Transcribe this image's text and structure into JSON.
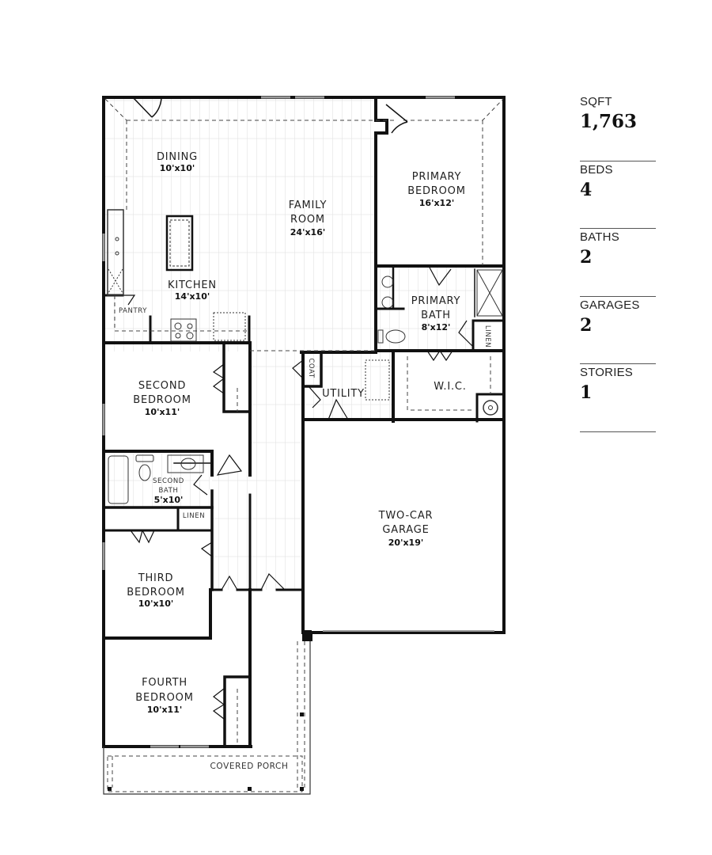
{
  "stats": [
    {
      "label": "SQFT",
      "value": "1,763"
    },
    {
      "label": "BEDS",
      "value": "4"
    },
    {
      "label": "BATHS",
      "value": "2"
    },
    {
      "label": "GARAGES",
      "value": "2"
    },
    {
      "label": "STORIES",
      "value": "1"
    }
  ],
  "rooms": {
    "dining": {
      "name": "DINING",
      "dim": "10'x10'"
    },
    "family": {
      "name1": "FAMILY",
      "name2": "ROOM",
      "dim": "24'x16'"
    },
    "kitchen": {
      "name": "KITCHEN",
      "dim": "14'x10'"
    },
    "pantry": {
      "name": "PANTRY"
    },
    "primary_bedroom": {
      "name1": "PRIMARY",
      "name2": "BEDROOM",
      "dim": "16'x12'"
    },
    "primary_bath": {
      "name1": "PRIMARY",
      "name2": "BATH",
      "dim": "8'x12'"
    },
    "linen_primary": {
      "name": "LINEN"
    },
    "wic": {
      "name": "W.I.C."
    },
    "coat": {
      "name": "COAT"
    },
    "utility": {
      "name": "UTILITY"
    },
    "second_bedroom": {
      "name1": "SECOND",
      "name2": "BEDROOM",
      "dim": "10'x11'"
    },
    "second_bath": {
      "name1": "SECOND",
      "name2": "BATH",
      "dim": "5'x10'"
    },
    "linen_hall": {
      "name": "LINEN"
    },
    "third_bedroom": {
      "name1": "THIRD",
      "name2": "BEDROOM",
      "dim": "10'x10'"
    },
    "fourth_bedroom": {
      "name1": "FOURTH",
      "name2": "BEDROOM",
      "dim": "10'x11'"
    },
    "garage": {
      "name1": "TWO-CAR",
      "name2": "GARAGE",
      "dim": "20'x19'"
    },
    "porch": {
      "name": "COVERED PORCH"
    }
  },
  "colors": {
    "wall": "#111111",
    "floor_lines": "#d8d8d8",
    "window": "#aaaaaa"
  }
}
